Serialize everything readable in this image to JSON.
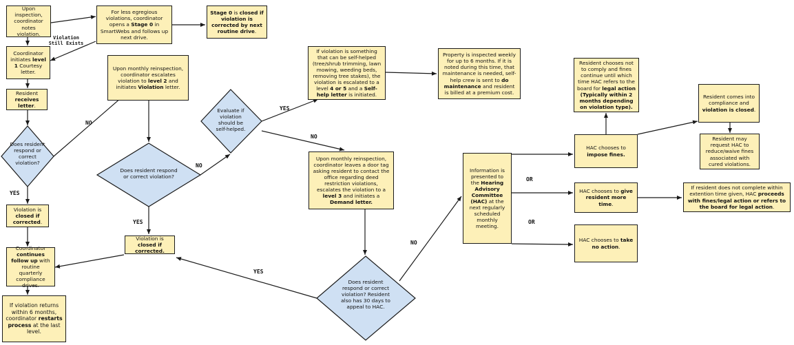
{
  "boxes": {
    "upon_inspection": "Upon inspection, coordinator notes violation.",
    "stage0_open": [
      "For less egregious violations, coordinator opens a ",
      "Stage 0",
      " in SmartWebs and follows up next drive."
    ],
    "stage0_closed": [
      "Stage 0",
      " is ",
      "closed if violation is corrected by next routine drive",
      "."
    ],
    "level1": [
      "Coordinator initiates ",
      "level 1",
      " Courtesy letter."
    ],
    "receives": [
      "Resident ",
      "receives letter",
      "."
    ],
    "closed1": [
      "Violation is ",
      "closed if corrected",
      "."
    ],
    "follow_up": [
      "Coordinator ",
      "continues follow up",
      " with routine quarterly compliance drives."
    ],
    "restarts": [
      "If violation returns within 6 months, coordinator ",
      "restarts process",
      " at the last level."
    ],
    "level2": [
      "Upon monthly reinspection, coordinator escalates violation to ",
      "level 2",
      " and initiates ",
      "Violation",
      " letter."
    ],
    "closed2": [
      "Violation is ",
      "closed if corrected."
    ],
    "selfhelp": [
      "If violation is something that can be self-helped (tree/shrub trimming, lawn mowing, weeding beds, removing tree stakes), the violation is escalated to a level ",
      "4 or 5",
      " and a ",
      "Self-help letter",
      " is initiated."
    ],
    "weekly": [
      "Property is inspected weekly for up to 6 months. If it is noted during this time, that maintenance is needed, self-help crew is sent to ",
      "do maintenance",
      " and resident is billed at a premium cost."
    ],
    "level3": [
      "Upon monthly reinspection, coordinator leaves a door tag asking resident to contact the office regarding deed restriction violations, escalates the violation to a ",
      "level 3",
      " and initiates a ",
      "Demand letter."
    ],
    "hac_info": [
      "Information is presented to the ",
      "Hearing Advisory Committee (HAC)",
      " at the next regularly scheduled monthly meeting."
    ],
    "legal": [
      "Resident chooses not to comply and fines continue until which time HAC refers to the board for ",
      "legal action (Typically within 2 months depending on violation type)."
    ],
    "impose": [
      "HAC chooses to ",
      "impose fines."
    ],
    "complies": [
      "Resident comes into compliance and ",
      "violation is closed",
      "."
    ],
    "reduce": "Resident may request HAC to reduce/waive fines associated with cured violations.",
    "more_time": [
      "HAC chooses to ",
      "give resident more time",
      "."
    ],
    "no_complete": [
      "If resident does not complete within extention time given, HAC ",
      "proceeds with fines/legal action or refers to the board for legal action",
      "."
    ],
    "no_action": [
      "HAC chooses to ",
      "take no action",
      "."
    ]
  },
  "decisions": {
    "d1": "Does resident respond or correct violation?",
    "d2": "Does resident respond or correct violation?",
    "d3": "Evaluate if violation should be self-helped.",
    "d4": "Does resident respond or correct violation? Resident also has 30 days to appeal to HAC."
  },
  "labels": {
    "still_exists": "Violation Still Exists",
    "no1": "NO",
    "yes1": "YES",
    "no2": "NO",
    "yes2": "YES",
    "yes3": "YES",
    "no3": "NO",
    "yes4": "YES",
    "no4": "NO",
    "or1": "OR",
    "or2": "OR"
  },
  "colors": {
    "box_fill": "#fdf0b8",
    "diamond_fill": "#cfe0f3",
    "stroke": "#1a1a1a"
  }
}
